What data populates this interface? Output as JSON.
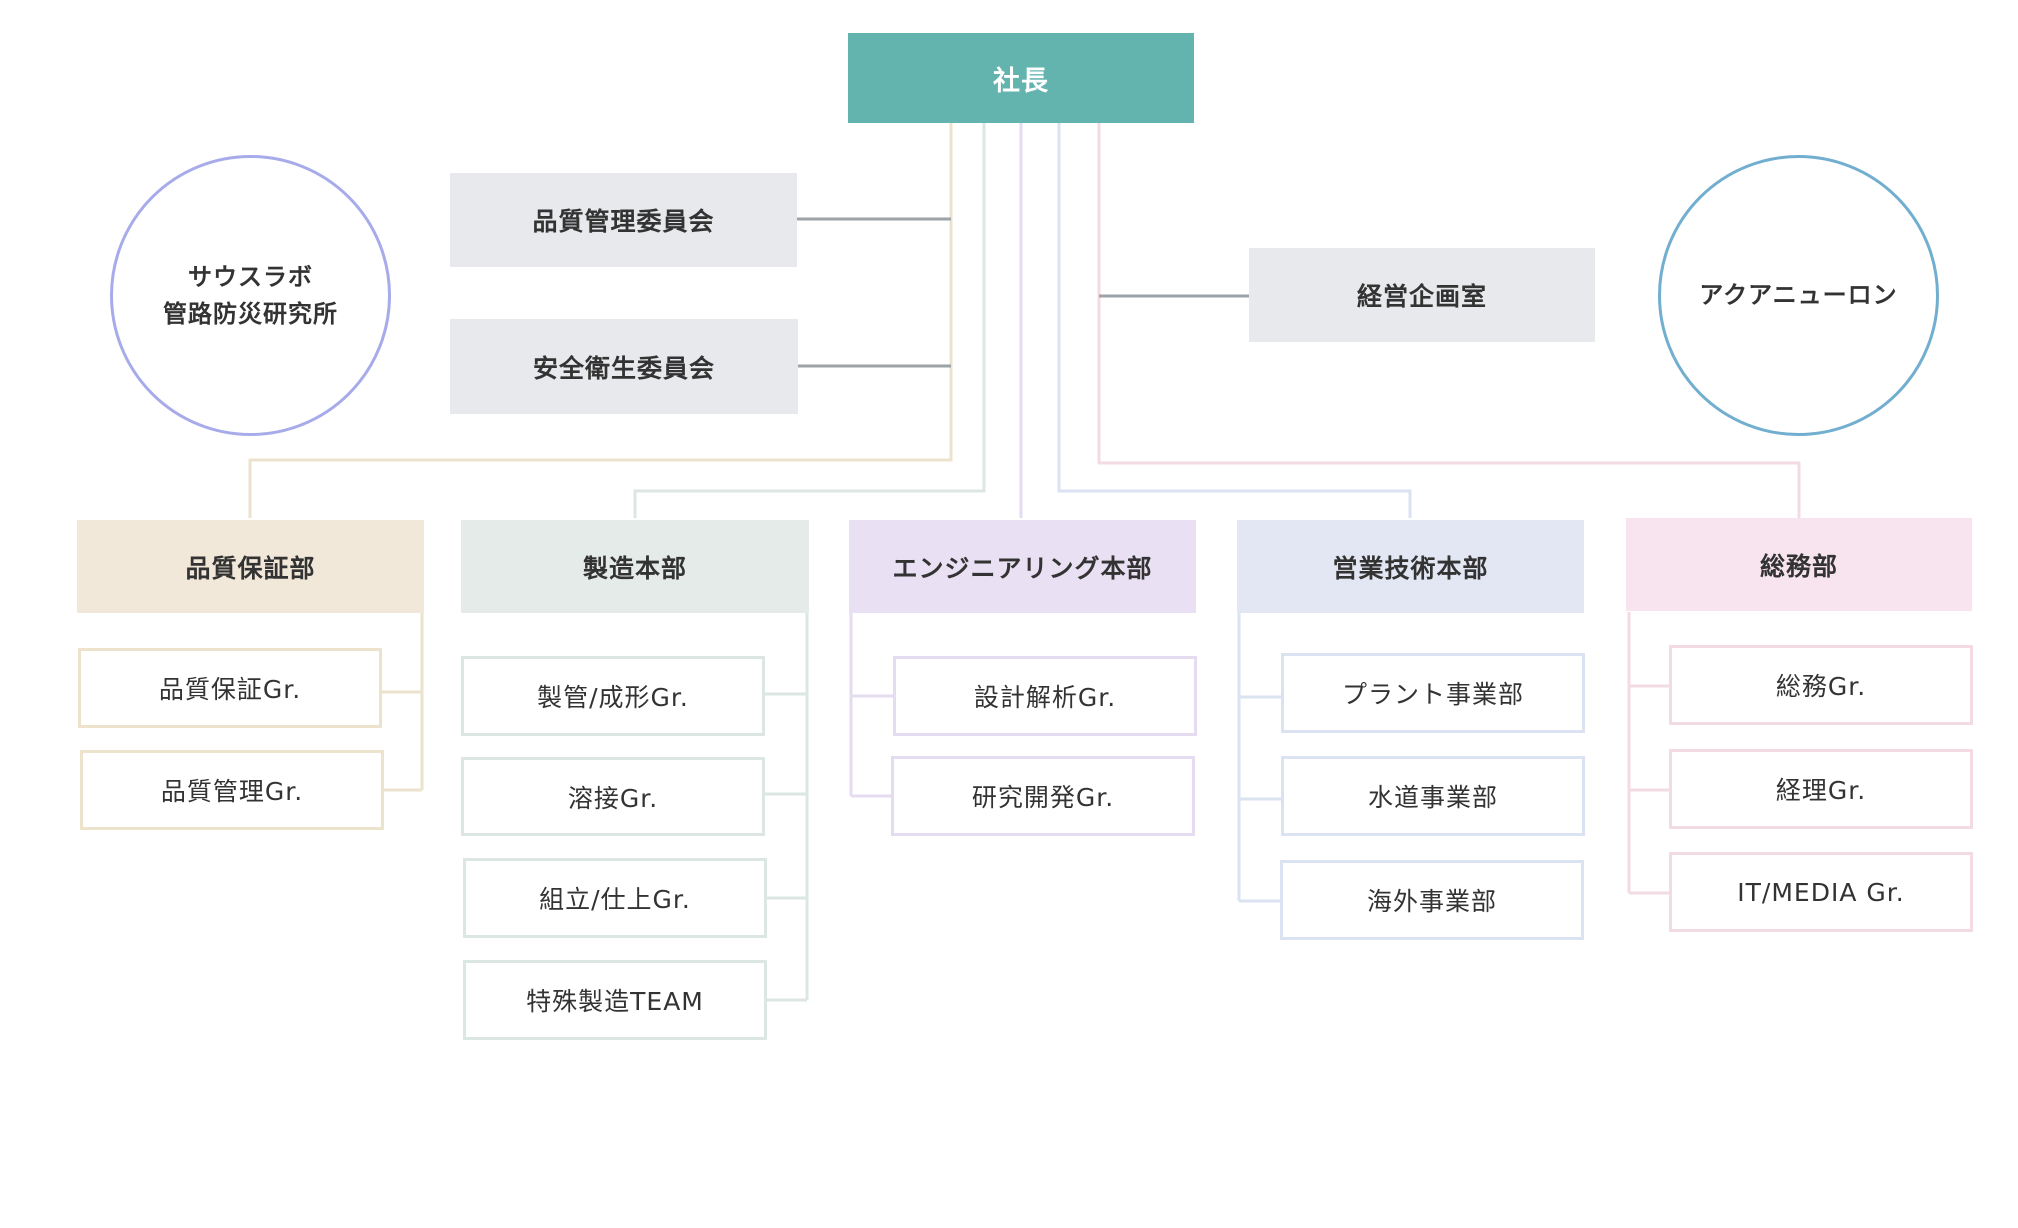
{
  "president": {
    "label": "社長",
    "color": "#63b3af"
  },
  "committees": [
    {
      "label": "品質管理委員会"
    },
    {
      "label": "安全衛生委員会"
    }
  ],
  "planning_office": {
    "label": "経営企画室"
  },
  "affiliates": {
    "left": {
      "lines": [
        "サウスラボ",
        "管路防災研究所"
      ],
      "color": "#a7abea"
    },
    "right": {
      "lines": [
        "アクアニューロン"
      ],
      "color": "#71aecf"
    }
  },
  "staff_box_color": "#e7e9ec",
  "divisions": [
    {
      "label": "品質保証部",
      "fill": "#f1e8d9",
      "line": "#ede3cc",
      "groups": [
        "品質保証Gr.",
        "品質管理Gr."
      ]
    },
    {
      "label": "製造本部",
      "fill": "#e4ebe8",
      "line": "#dce7e4",
      "groups": [
        "製管/成形Gr.",
        "溶接Gr.",
        "組立/仕上Gr.",
        "特殊製造TEAM"
      ]
    },
    {
      "label": "エンジニアリング本部",
      "fill": "#e9e1f3",
      "line": "#e6dcf1",
      "groups": [
        "設計解析Gr.",
        "研究開発Gr."
      ]
    },
    {
      "label": "営業技術本部",
      "fill": "#e2e7f3",
      "line": "#dbe2f1",
      "groups": [
        "プラント事業部",
        "水道事業部",
        "海外事業部"
      ]
    },
    {
      "label": "総務部",
      "fill": "#f7e4ee",
      "line": "#f3dbe6",
      "groups": [
        "総務Gr.",
        "経理Gr.",
        "IT/MEDIA Gr."
      ]
    }
  ]
}
